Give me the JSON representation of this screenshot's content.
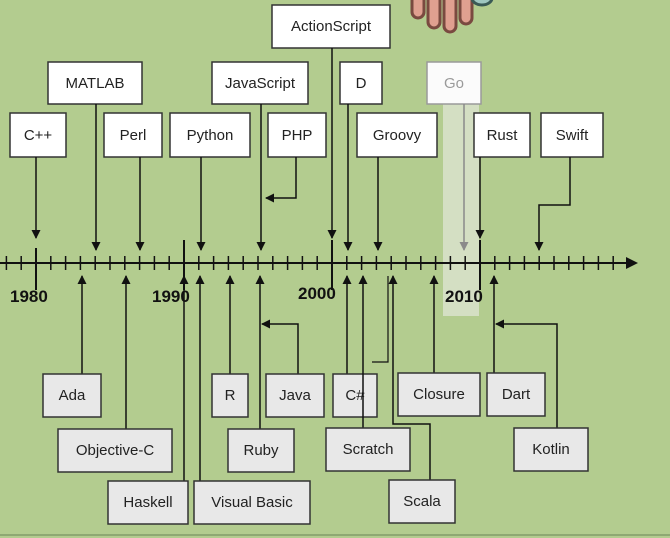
{
  "colors": {
    "background": "#b3cc8f",
    "box_top": "#ffffff",
    "box_bottom": "#e8e8e8",
    "line": "#111111",
    "highlight": "#eeeeee"
  },
  "years": [
    "1980",
    "1990",
    "2000",
    "2010"
  ],
  "above_languages": [
    "C++",
    "MATLAB",
    "Perl",
    "Python",
    "JavaScript",
    "PHP",
    "ActionScript",
    "D",
    "Groovy",
    "Go",
    "Rust",
    "Swift"
  ],
  "below_languages": [
    "Ada",
    "Objective-C",
    "Haskell",
    "R",
    "Ruby",
    "Visual Basic",
    "Java",
    "C#",
    "Scratch",
    "Closure",
    "Scala",
    "Dart",
    "Kotlin"
  ],
  "highlighted_language": "Go",
  "decor": {
    "pointer_icon": "hand-pointer-icon"
  }
}
